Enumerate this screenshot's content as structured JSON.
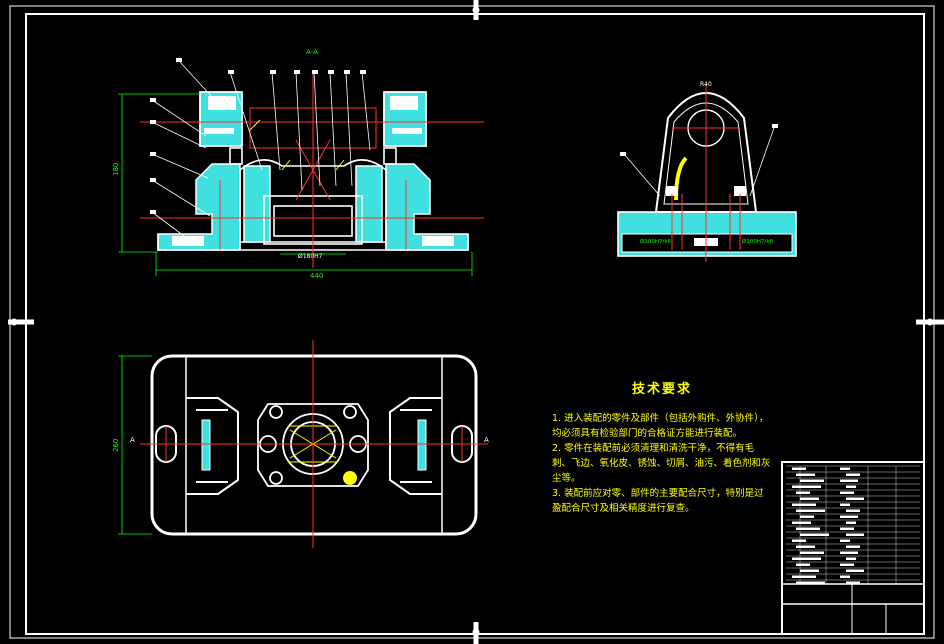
{
  "technical_requirements": {
    "title": "技术要求",
    "items": [
      "1. 进入装配的零件及部件（包括外购件、外协件），均必须具有检验部门的合格证方能进行装配。",
      "2. 零件在装配前必须清理和清洗干净，不得有毛刺、飞边、氧化皮、锈蚀、切屑、油污、着色剂和灰尘等。",
      "3. 装配前应对零、部件的主要配合尺寸，特别是过盈配合尺寸及相关精度进行复查。"
    ]
  },
  "section_label": "A-A",
  "dimension_labels": {
    "front_height": "180",
    "front_width": "440",
    "front_center_dim": "Ø180H7",
    "side_top": "R40",
    "side_left_fit": "Ø100H7/k6",
    "side_right_fit": "Ø100H7/k6",
    "plan_height": "260",
    "plan_left_mark": "A",
    "plan_right_mark": "A"
  },
  "colors": {
    "background": "#000000",
    "outline": "#ffffff",
    "section_fill": "#40e0e0",
    "centerline": "#ff3030",
    "dimension": "#00ff00",
    "hatch": "#ffff00",
    "hidden": "#c04040"
  }
}
